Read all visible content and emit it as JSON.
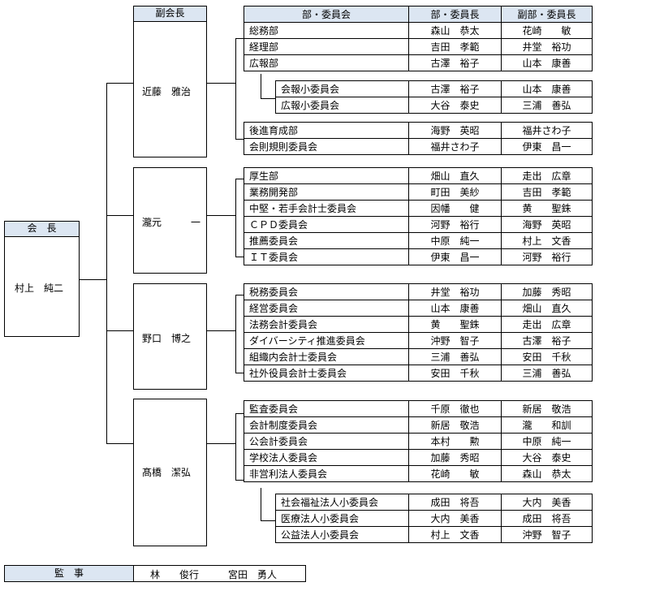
{
  "chairman": {
    "header": "会　長",
    "name": "村上　純二"
  },
  "vp_header": "副会長",
  "table_headers": {
    "committee": "部・委員会",
    "chair": "部・委員長",
    "vice": "副部・委員長"
  },
  "groups": [
    {
      "vp": "近藤　雅治",
      "rows": [
        [
          "総務部",
          "森山　恭太",
          "花崎　　敏"
        ],
        [
          "経理部",
          "吉田　孝範",
          "井堂　裕功"
        ],
        [
          "広報部",
          "古澤　裕子",
          "山本　康善"
        ]
      ],
      "sub": [
        [
          "会報小委員会",
          "古澤　裕子",
          "山本　康善"
        ],
        [
          "広報小委員会",
          "大谷　泰史",
          "三浦　善弘"
        ]
      ],
      "rows2": [
        [
          "後進育成部",
          "海野　英昭",
          "福井さわ子"
        ],
        [
          "会則規則委員会",
          "福井さわ子",
          "伊東　昌一"
        ]
      ]
    },
    {
      "vp": "瀧元　　　一",
      "rows": [
        [
          "厚生部",
          "畑山　直久",
          "走出　広章"
        ],
        [
          "業務開発部",
          "町田　美紗",
          "吉田　孝範"
        ],
        [
          "中堅・若手会計士委員会",
          "因幡　　健",
          "黄　　聖銖"
        ],
        [
          "ＣＰＤ委員会",
          "河野　裕行",
          "海野　英昭"
        ],
        [
          "推薦委員会",
          "中原　純一",
          "村上　文香"
        ],
        [
          "ＩＴ委員会",
          "伊東　昌一",
          "河野　裕行"
        ]
      ]
    },
    {
      "vp": "野口　博之",
      "rows": [
        [
          "税務委員会",
          "井堂　裕功",
          "加藤　秀昭"
        ],
        [
          "経営委員会",
          "山本　康善",
          "畑山　直久"
        ],
        [
          "法務会計委員会",
          "黄　　聖銖",
          "走出　広章"
        ],
        [
          "ダイバーシティ推進委員会",
          "沖野　智子",
          "古澤　裕子"
        ],
        [
          "組織内会計士委員会",
          "三浦　善弘",
          "安田　千秋"
        ],
        [
          "社外役員会計士委員会",
          "安田　千秋",
          "三浦　善弘"
        ]
      ]
    },
    {
      "vp": "髙橋　潔弘",
      "rows": [
        [
          "監査委員会",
          "千原　徹也",
          "新居　敬浩"
        ],
        [
          "会計制度委員会",
          "新居　敬浩",
          "瀧　　和訓"
        ],
        [
          "公会計委員会",
          "本村　　勲",
          "中原　純一"
        ],
        [
          "学校法人委員会",
          "加藤　秀昭",
          "大谷　泰史"
        ],
        [
          "非営利法人委員会",
          "花崎　　敏",
          "森山　恭太"
        ]
      ],
      "sub": [
        [
          "社会福祉法人小委員会",
          "成田　将吾",
          "大内　美香"
        ],
        [
          "医療法人小委員会",
          "大内　美香",
          "成田　将吾"
        ],
        [
          "公益法人小委員会",
          "村上　文香",
          "沖野　智子"
        ]
      ]
    }
  ],
  "auditor": {
    "header": "監　事",
    "names": "林　　俊行　　　宮田　勇人"
  }
}
